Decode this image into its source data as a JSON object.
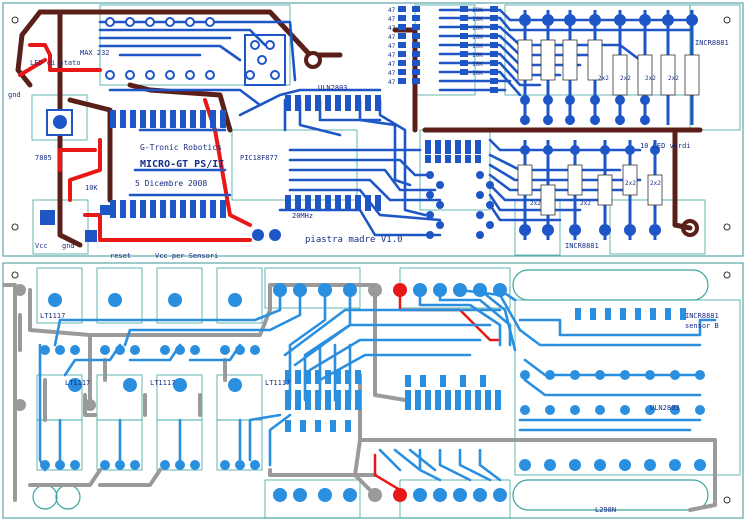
{
  "top_board": {
    "title_main": "MICRO-GT PS/II",
    "title_sub": "G-Tronic Robotics",
    "date": "5 Dicembre 2008",
    "version": "piastra madre V1.0",
    "mcu_label": "PIC18F877",
    "uln_label": "ULN2803",
    "max_label": "MAX 232",
    "xtal_label": "20MHz",
    "reg_label": "7805",
    "reset_label": "reset",
    "pwr_label": "Vcc per Sensori",
    "led_label": "LED di stato",
    "ten_k": "10K",
    "gnd_left": "gnd",
    "vcc_bottom": "Vcc",
    "gnd_bottom": "gnd",
    "incr_top": "INCR8881",
    "incr_bottom": "INCR8881",
    "ledbar": "10 LED verdi",
    "res_values": [
      "47",
      "47",
      "47",
      "47",
      "47",
      "47",
      "47",
      "47",
      "47"
    ],
    "res_row_values": [
      "10K",
      "10K",
      "10K",
      "10K",
      "10K",
      "10K",
      "10K",
      "10K"
    ],
    "tiny_labels": [
      "2x2",
      "2x2",
      "2x2",
      "2x2",
      "2x2",
      "2x2",
      "2x2",
      "2x2"
    ]
  },
  "bottom_board": {
    "reg_labels": [
      "LT1117",
      "LT1117",
      "LT1117",
      "LT1117"
    ],
    "bus_label": "INCR8881",
    "header_label": "ULN2803",
    "sensor_label": "sensor B",
    "bottom_label": "L298N"
  }
}
